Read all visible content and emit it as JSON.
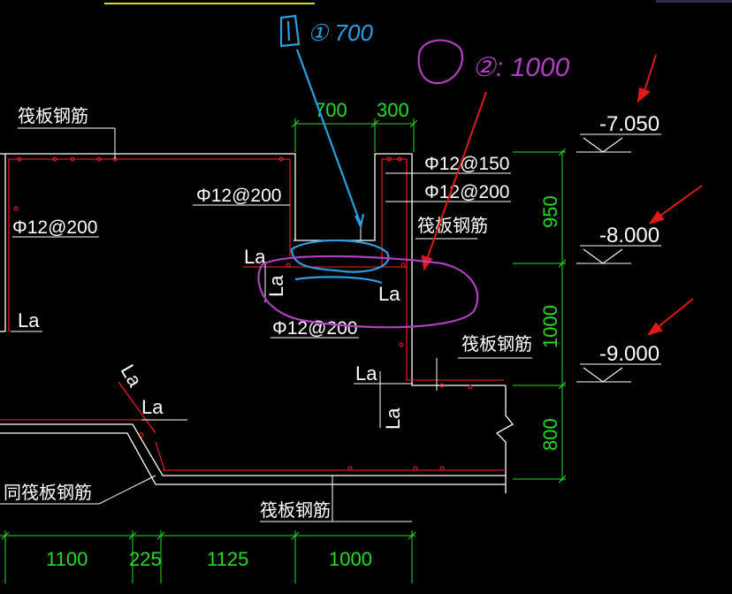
{
  "labels": {
    "raft_rebar": "筏板钢筋",
    "same_raft_rebar": "同筏板钢筋",
    "la": "La"
  },
  "rebar": {
    "top_left": "Φ12@200",
    "left_vertical": "Φ12@200",
    "pit_right_1": "Φ12@150",
    "pit_right_2": "Φ12@200",
    "pit_bottom": "Φ12@200"
  },
  "dims": {
    "top_700": "700",
    "top_300": "300",
    "v_950": "950",
    "v_1000": "1000",
    "v_800": "800",
    "b_1100": "1100",
    "b_225": "225",
    "b_1125": "1125",
    "b_1000": "1000"
  },
  "elevations": {
    "e1": "-7.050",
    "e2": "-8.000",
    "e3": "-9.000"
  },
  "annotations": {
    "blue": "① 700",
    "purple": "②: 1000"
  },
  "colors": {
    "background": "#000000",
    "structure_line": "#ffffff",
    "rebar": "#ff2020",
    "dimension": "#22dd22",
    "blue_annotation": "#2aa0e0",
    "purple_annotation": "#b040c0",
    "arrow": "#e01818"
  }
}
